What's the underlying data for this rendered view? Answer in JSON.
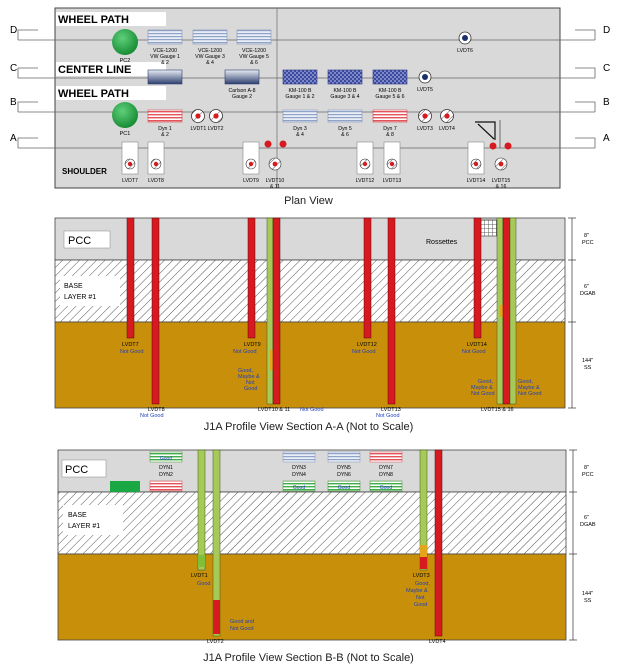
{
  "plan": {
    "letters": [
      "D",
      "C",
      "B",
      "A"
    ],
    "wheel_path_top": "WHEEL PATH",
    "center_line": "CENTER LINE",
    "wheel_path_mid": "WHEEL PATH",
    "shoulder": "SHOULDER",
    "caption": "Plan View",
    "pc2": "PC2",
    "pc1": "PC1",
    "vw": [
      {
        "line1": "VCE-1200",
        "line2": "VW Gauge 1",
        "line3": "& 2"
      },
      {
        "line1": "VCE-1200",
        "line2": "VW Gauge 3",
        "line3": "& 4"
      },
      {
        "line1": "VCE-1200",
        "line2": "VW Gauge 5",
        "line3": "& 6"
      }
    ],
    "carlson": {
      "line1": "Carlson A-8",
      "line2": "Gauge 2"
    },
    "km": [
      {
        "line1": "KM-100 B",
        "line2": "Gauge 1 & 2"
      },
      {
        "line1": "KM-100 B",
        "line2": "Gauge 3 & 4"
      },
      {
        "line1": "KM-100 B",
        "line2": "Gauge 5 & 6"
      }
    ],
    "lvdt6": "LVDT6",
    "lvdt5": "LVDT5",
    "dyn": [
      {
        "line1": "Dyn 1",
        "line2": "& 2"
      },
      {
        "line1": "Dyn 3",
        "line2": "& 4"
      },
      {
        "line1": "Dyn 5",
        "line2": "& 6"
      },
      {
        "line1": "Dyn 7",
        "line2": "& 8"
      }
    ],
    "lvdt1_2": "LVDT1 LVDT2",
    "lvdt3": "LVDT3",
    "lvdt4": "LVDT4",
    "shoulder_labels": {
      "lvdt7": "LVDT7",
      "lvdt8": "LVDT8",
      "lvdt9": "LVDT9",
      "lvdt10_11_a": "LVDT10",
      "lvdt10_11_b": "& 11",
      "lvdt12": "LVDT12",
      "lvdt13": "LVDT13",
      "lvdt14": "LVDT14",
      "lvdt15_16_a": "LVDT15",
      "lvdt15_16_b": "& 16"
    }
  },
  "section_aa": {
    "caption": "J1A Profile View Section A-A (Not to Scale)",
    "pcc": "PCC",
    "base_line1": "BASE",
    "base_line2": "LAYER #1",
    "rosettes": "Rossettes",
    "depth_pcc": {
      "v": "8\"",
      "n": "PCC"
    },
    "depth_dgab": {
      "v": "6\"",
      "n": "DGAB"
    },
    "depth_ss": {
      "v": "144\"",
      "n": "SS"
    },
    "lvdt7": "LVDT7",
    "lvdt7_status": "Not Good",
    "lvdt8": "LVDT8",
    "lvdt8_status": "Not Good",
    "lvdt9": "LVDT9",
    "lvdt9_status": "Not Good",
    "lvdt10_status": [
      "Good,",
      "Maybe &",
      "Not",
      "Good"
    ],
    "lvdt10_11": "LVDT10 & 11",
    "lvdt10_11_status": "Not Good",
    "lvdt12": "LVDT12",
    "lvdt12_status": "Not Good",
    "lvdt13": "LVDT13",
    "lvdt13_status": "Not Good",
    "lvdt14": "LVDT14",
    "lvdt14_status": "Not Good",
    "lvdt15_status": [
      "Good,",
      "Maybe &",
      "Not Good"
    ],
    "lvdt16_status": [
      "Good,",
      "Maybe &",
      "Not Good"
    ],
    "lvdt15_16": "LVDT15 & 16"
  },
  "section_bb": {
    "caption": "J1A Profile View Section B-B (Not to Scale)",
    "pcc": "PCC",
    "base_line1": "BASE",
    "base_line2": "LAYER #1",
    "depth_pcc": {
      "v": "8\"",
      "n": "PCC"
    },
    "depth_dgab": {
      "v": "6\"",
      "n": "DGAB"
    },
    "depth_ss": {
      "v": "144\"",
      "n": "SS"
    },
    "good_tag": "Good",
    "dyn_labels": [
      [
        "DYN1",
        "DYN2"
      ],
      [
        "DYN3",
        "DYN4"
      ],
      [
        "DYN5",
        "DYN6"
      ],
      [
        "DYN7",
        "DYN8"
      ]
    ],
    "lvdt1": "LVDT1",
    "lvdt1_status": "Good",
    "lvdt2": "LVDT2",
    "lvdt2_status": [
      "Good and",
      "Not Good"
    ],
    "lvdt3": "LVDT3",
    "lvdt3_status": [
      "Good,",
      "Maybe &",
      "Not",
      "Good"
    ],
    "lvdt4": "LVDT4"
  },
  "colors": {
    "pcc": "#d9d9d9",
    "subgrade": "#c8900a",
    "red": "#d71920",
    "green": "#1aa844",
    "status_text": "#1f3fbf"
  }
}
